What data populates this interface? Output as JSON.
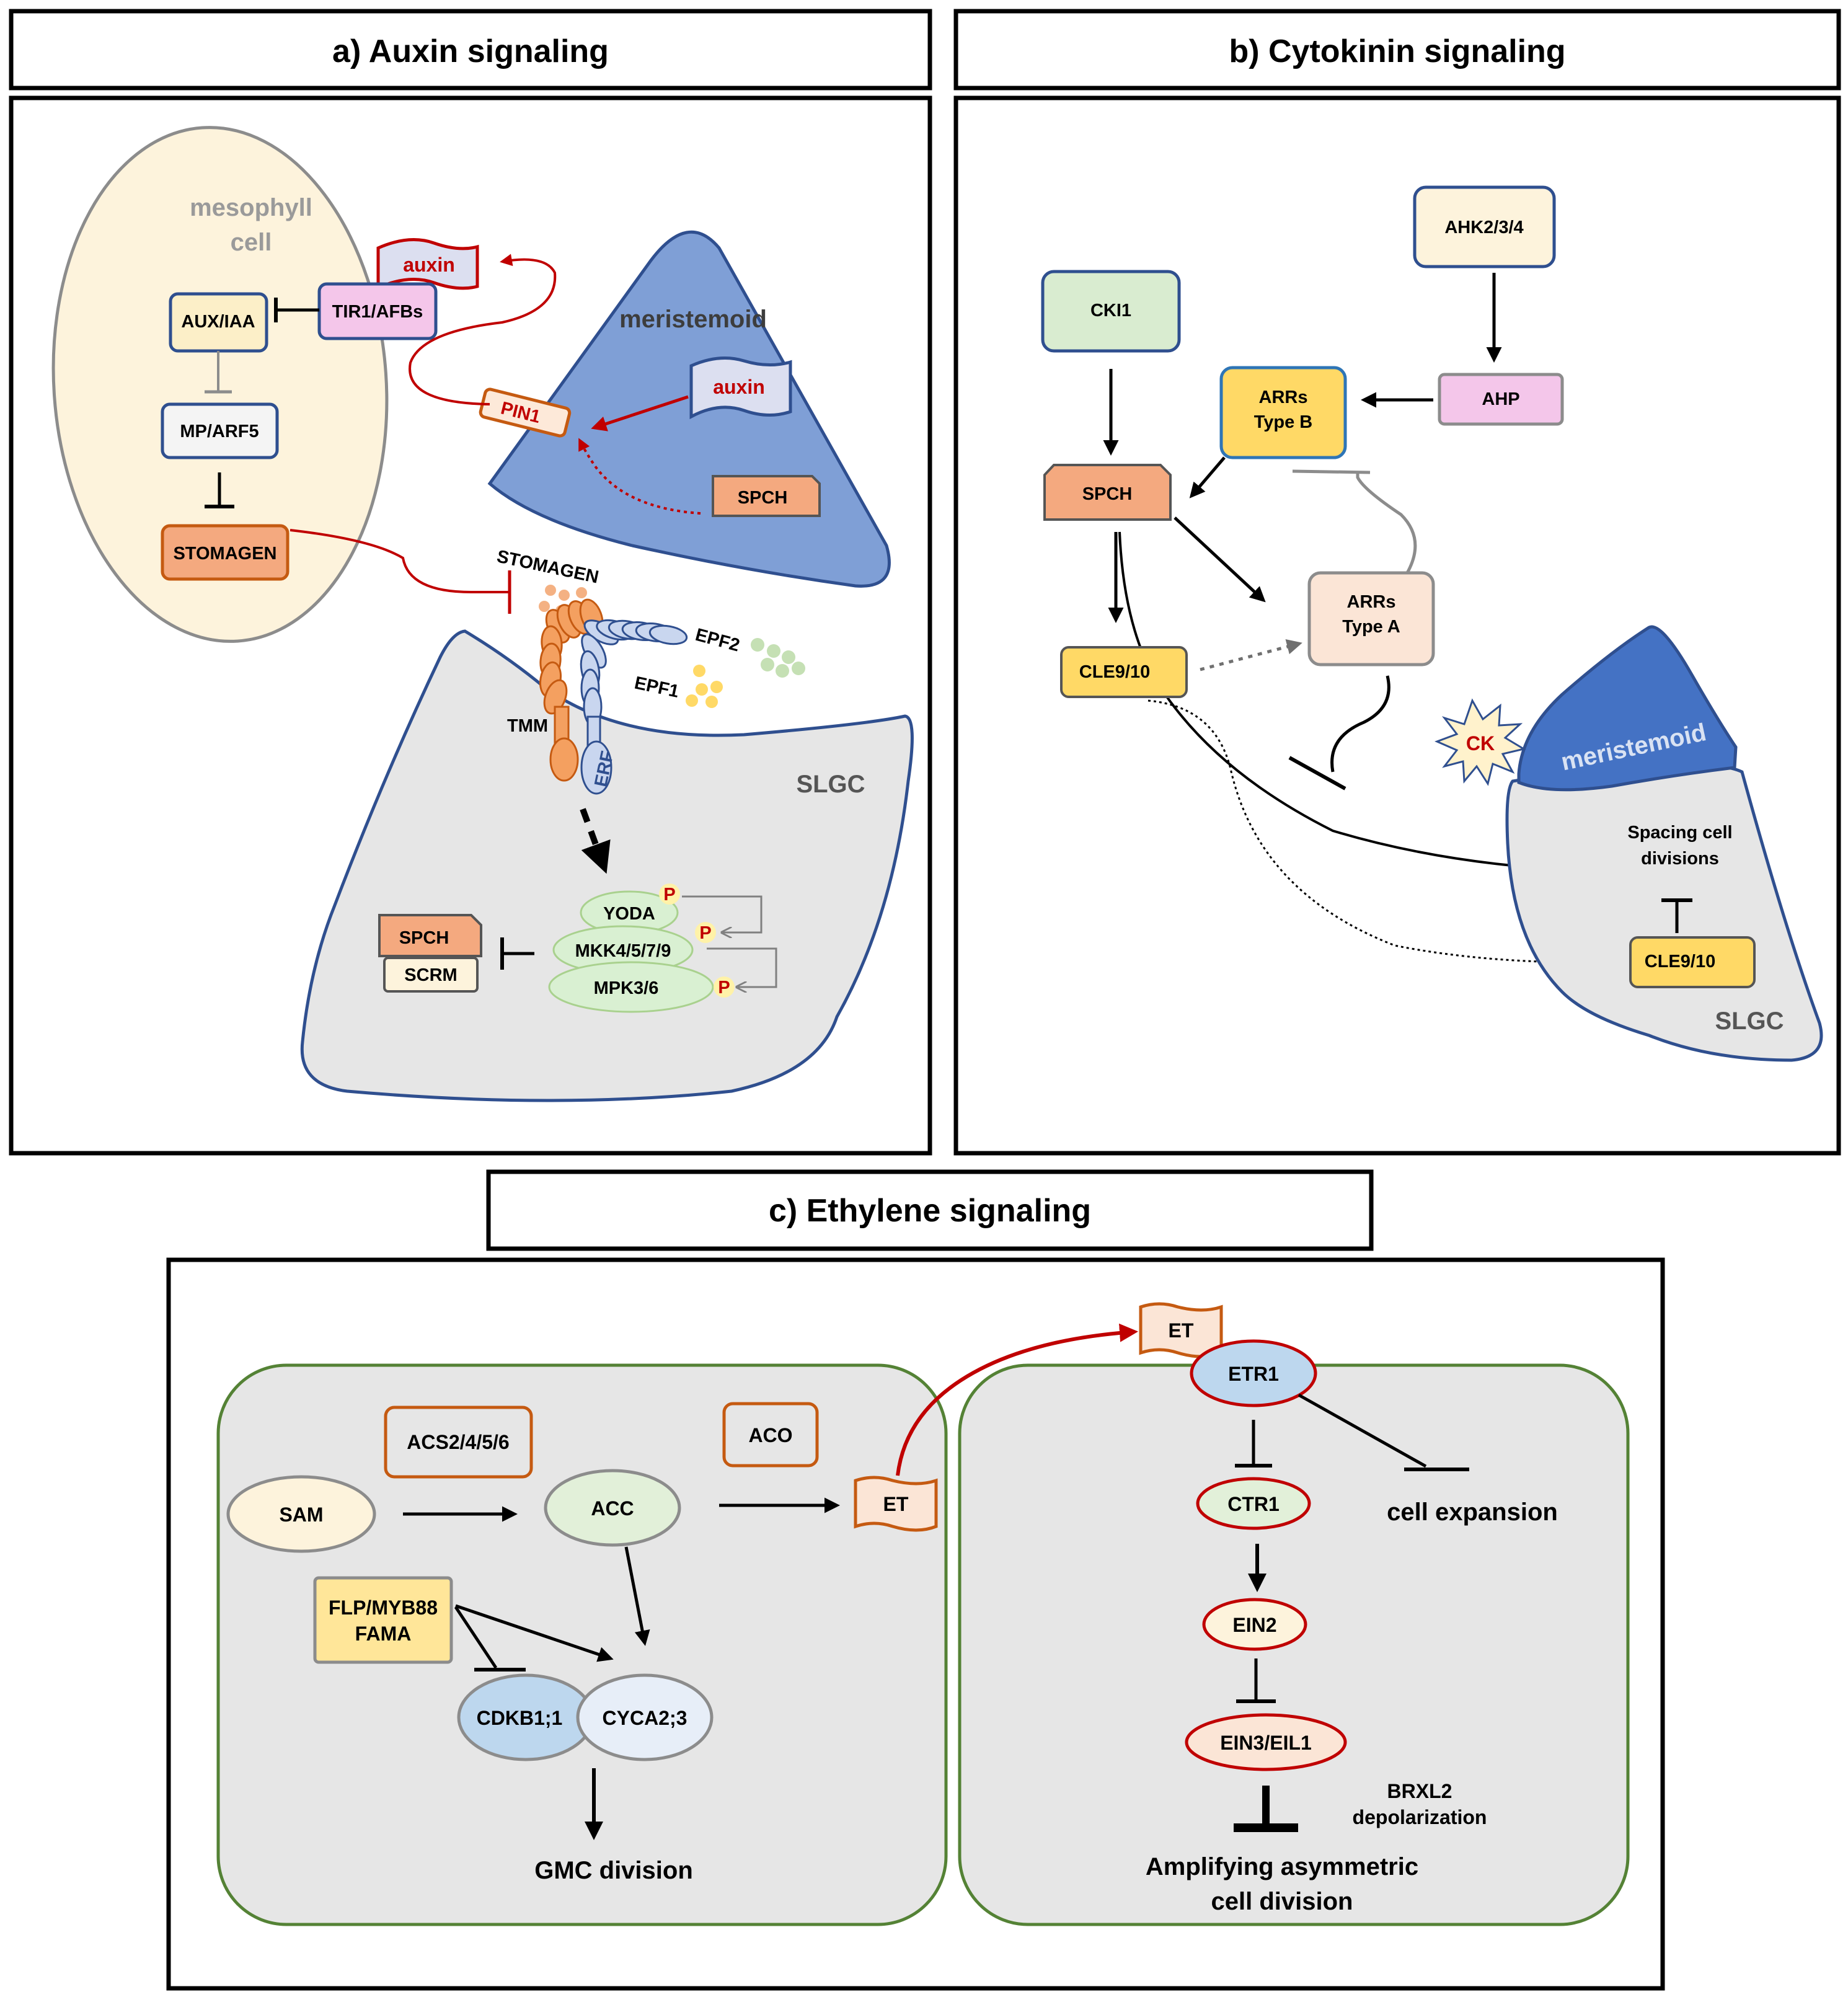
{
  "panels": {
    "a": {
      "title": "a) Auxin signaling"
    },
    "b": {
      "title": "b) Cytokinin signaling"
    },
    "c": {
      "title": "c) Ethylene signaling"
    }
  },
  "auxin": {
    "mesophyll_line1": "mesophyll",
    "mesophyll_line2": "cell",
    "auxin_top": "auxin",
    "tir1": "TIR1/AFBs",
    "auxiaa": "AUX/IAA",
    "mparf5": "MP/ARF5",
    "stomagen_box": "STOMAGEN",
    "meristemoid": "meristemoid",
    "pin1": "PIN1",
    "auxin_mer": "auxin",
    "spch_mer": "SPCH",
    "stomagen_label": "STOMAGEN",
    "epf2": "EPF2",
    "epf1": "EPF1",
    "tmm": "TMM",
    "erf": "ERF",
    "slgc": "SLGC",
    "yoda": "YODA",
    "mkk": "MKK4/5/7/9",
    "mpk": "MPK3/6",
    "p": "P",
    "spch": "SPCH",
    "scrm": "SCRM"
  },
  "cytokinin": {
    "ahk": "AHK2/3/4",
    "cki1": "CKI1",
    "arrs_b_line1": "ARRs",
    "arrs_b_line2": "Type B",
    "ahp": "AHP",
    "spch": "SPCH",
    "arrs_a_line1": "ARRs",
    "arrs_a_line2": "Type A",
    "cle_top": "CLE9/10",
    "ck": "CK",
    "meristemoid": "meristemoid",
    "spacing_line1": "Spacing cell",
    "spacing_line2": "divisions",
    "cle_bottom": "CLE9/10",
    "slgc": "SLGC"
  },
  "ethylene": {
    "acs": "ACS2/4/5/6",
    "aco": "ACO",
    "sam": "SAM",
    "acc": "ACC",
    "et_left": "ET",
    "et_top": "ET",
    "flp_line1": "FLP/MYB88",
    "flp_line2": "FAMA",
    "cdkb": "CDKB1;1",
    "cyca": "CYCA2;3",
    "gmc": "GMC division",
    "etr1": "ETR1",
    "ctr1": "CTR1",
    "cell_expansion": "cell expansion",
    "ein2": "EIN2",
    "ein3": "EIN3/EIL1",
    "brxl2_line1": "BRXL2",
    "brxl2_line2": "depolarization",
    "amp_line1": "Amplifying  asymmetric",
    "amp_line2": "cell division"
  }
}
